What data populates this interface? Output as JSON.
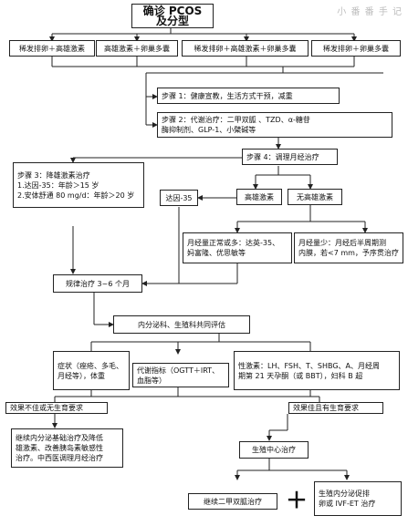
{
  "title": "确诊 PCOS 及分型",
  "watermark": "小 番 番 手 记",
  "types": [
    "稀发排卵＋高雄激素",
    "高雄激素＋卵巢多囊",
    "稀发排卵＋高雄激素＋卵巢多囊",
    "稀发排卵＋卵巢多囊"
  ],
  "step1": "步骤 1：健康宣教，生活方式干预，减重",
  "step2": "步骤 2：代谢治疗：二甲双胍 、TZD、α-糖苷\n酶抑制剂、GLP-1、小檗碱等",
  "step4": "步骤 4：调理月经治疗",
  "step3": "步骤 3：降雄激素治疗\n1.达因-35：年龄＞15 岁\n2.安体舒通 80 mg/d：年龄＞20 岁",
  "dyne": "达因-35",
  "high_androgen": "高雄激素",
  "no_high_androgen": "无高雄激素",
  "menses_normal": "月经量正常或多：达英-35、\n妈富隆、优思敏等",
  "menses_low": "月经量少：月经后半周期测\n内膜，若<7 mm，予序贯治疗",
  "regular_treatment": "规律治疗 3~6 个月",
  "joint_eval": "内分泌科、生殖科共同评估",
  "symptoms": "症状（痤疮、多毛、\n月经等），体重",
  "metabolic": "代谢指标（OGTT＋IRT、\n血脂等）",
  "sex_hormones": "性激素：LH、FSH、T、SHBG、A、月经周\n期第 21 天孕酮（或 BBT），妇科 B 超",
  "poor_effect": "效果不佳或无生育要求",
  "good_effect": "效果佳且有生育要求",
  "continue_basic": "继续内分泌基础治疗及降低\n雄激素、改善胰岛素敏感性\n治疗。中西医调理月经治疗",
  "reproductive_center": "生殖中心治疗",
  "continue_metformin": "继续二甲双胍治疗",
  "plus": "＋",
  "ivf": "生殖内分泌促排\n卵或 IVF-ET 治疗"
}
